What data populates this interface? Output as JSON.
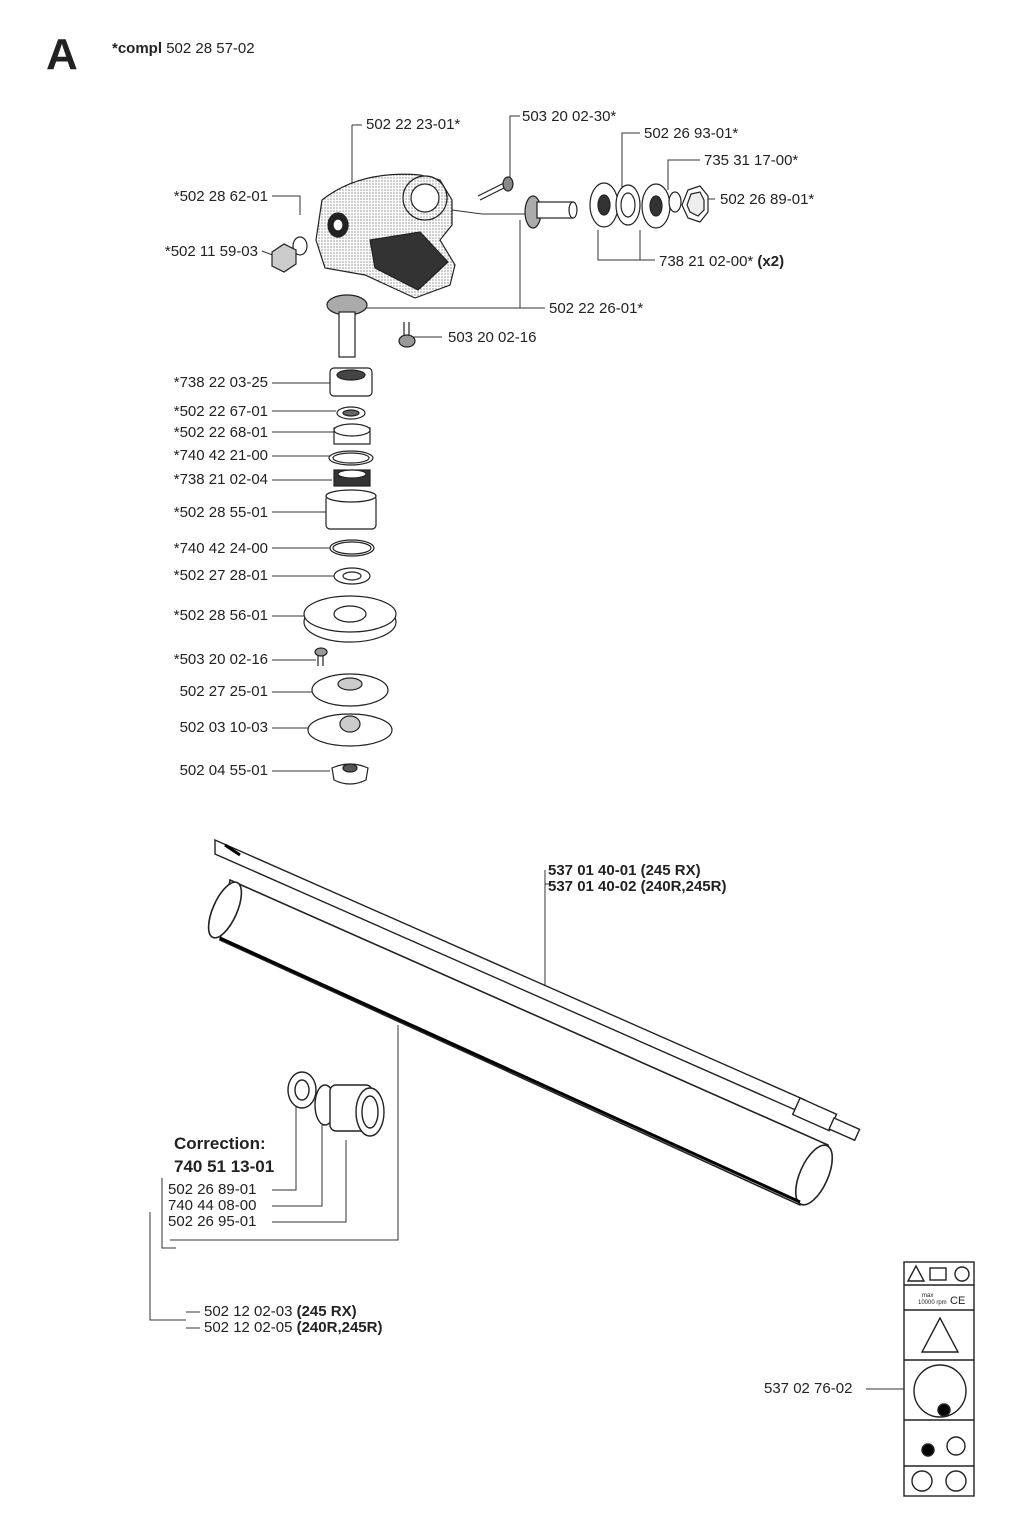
{
  "header": {
    "letter": "A",
    "compl_prefix": "*compl",
    "compl_number": "502 28 57-02"
  },
  "labels": {
    "gear_housing": "502 22 23-01*",
    "screw_top": "503 20 02-30*",
    "ring_top": "502 26 93-01*",
    "circlip": "735 31 17-00*",
    "nut_hex": "502 26 89-01*",
    "bearing_x2": "738 21 02-00*",
    "bearing_x2_suffix": "(x2)",
    "bevel_gear": "502 22 26-01*",
    "screw_mid": "503 20 02-16",
    "plug_seal": "*502 28 62-01",
    "plug": "*502 11 59-03",
    "stack_1": "*738 22 03-25",
    "stack_2": "*502 22 67-01",
    "stack_3": "*502 22 68-01",
    "stack_4": "*740 42 21-00",
    "stack_5": "*738 21 02-04",
    "stack_6": "*502 28 55-01",
    "stack_7": "*740 42 24-00",
    "stack_8": "*502 27 28-01",
    "stack_9": "*502 28 56-01",
    "stack_10": "*503 20 02-16",
    "stack_11": "502 27 25-01",
    "stack_12": "502 03 10-03",
    "stack_13": "502 04 55-01",
    "shaft_1": "537 01 40-01 (245 RX)",
    "shaft_2": "537 01 40-02 (240R,245R)",
    "correction_title": "Correction:",
    "correction_number": "740 51 13-01",
    "bush_1": "502 26 89-01",
    "bush_2": "740 44 08-00",
    "bush_3": "502 26 95-01",
    "tube_1_num": "502 12 02-03",
    "tube_1_model": "(245 RX)",
    "tube_2_num": "502 12 02-05",
    "tube_2_model": "(240R,245R)",
    "decal": "537 02 76-02"
  },
  "decal_text": {
    "max": "max",
    "rpm": "10000 rpm",
    "ce": "CE"
  }
}
